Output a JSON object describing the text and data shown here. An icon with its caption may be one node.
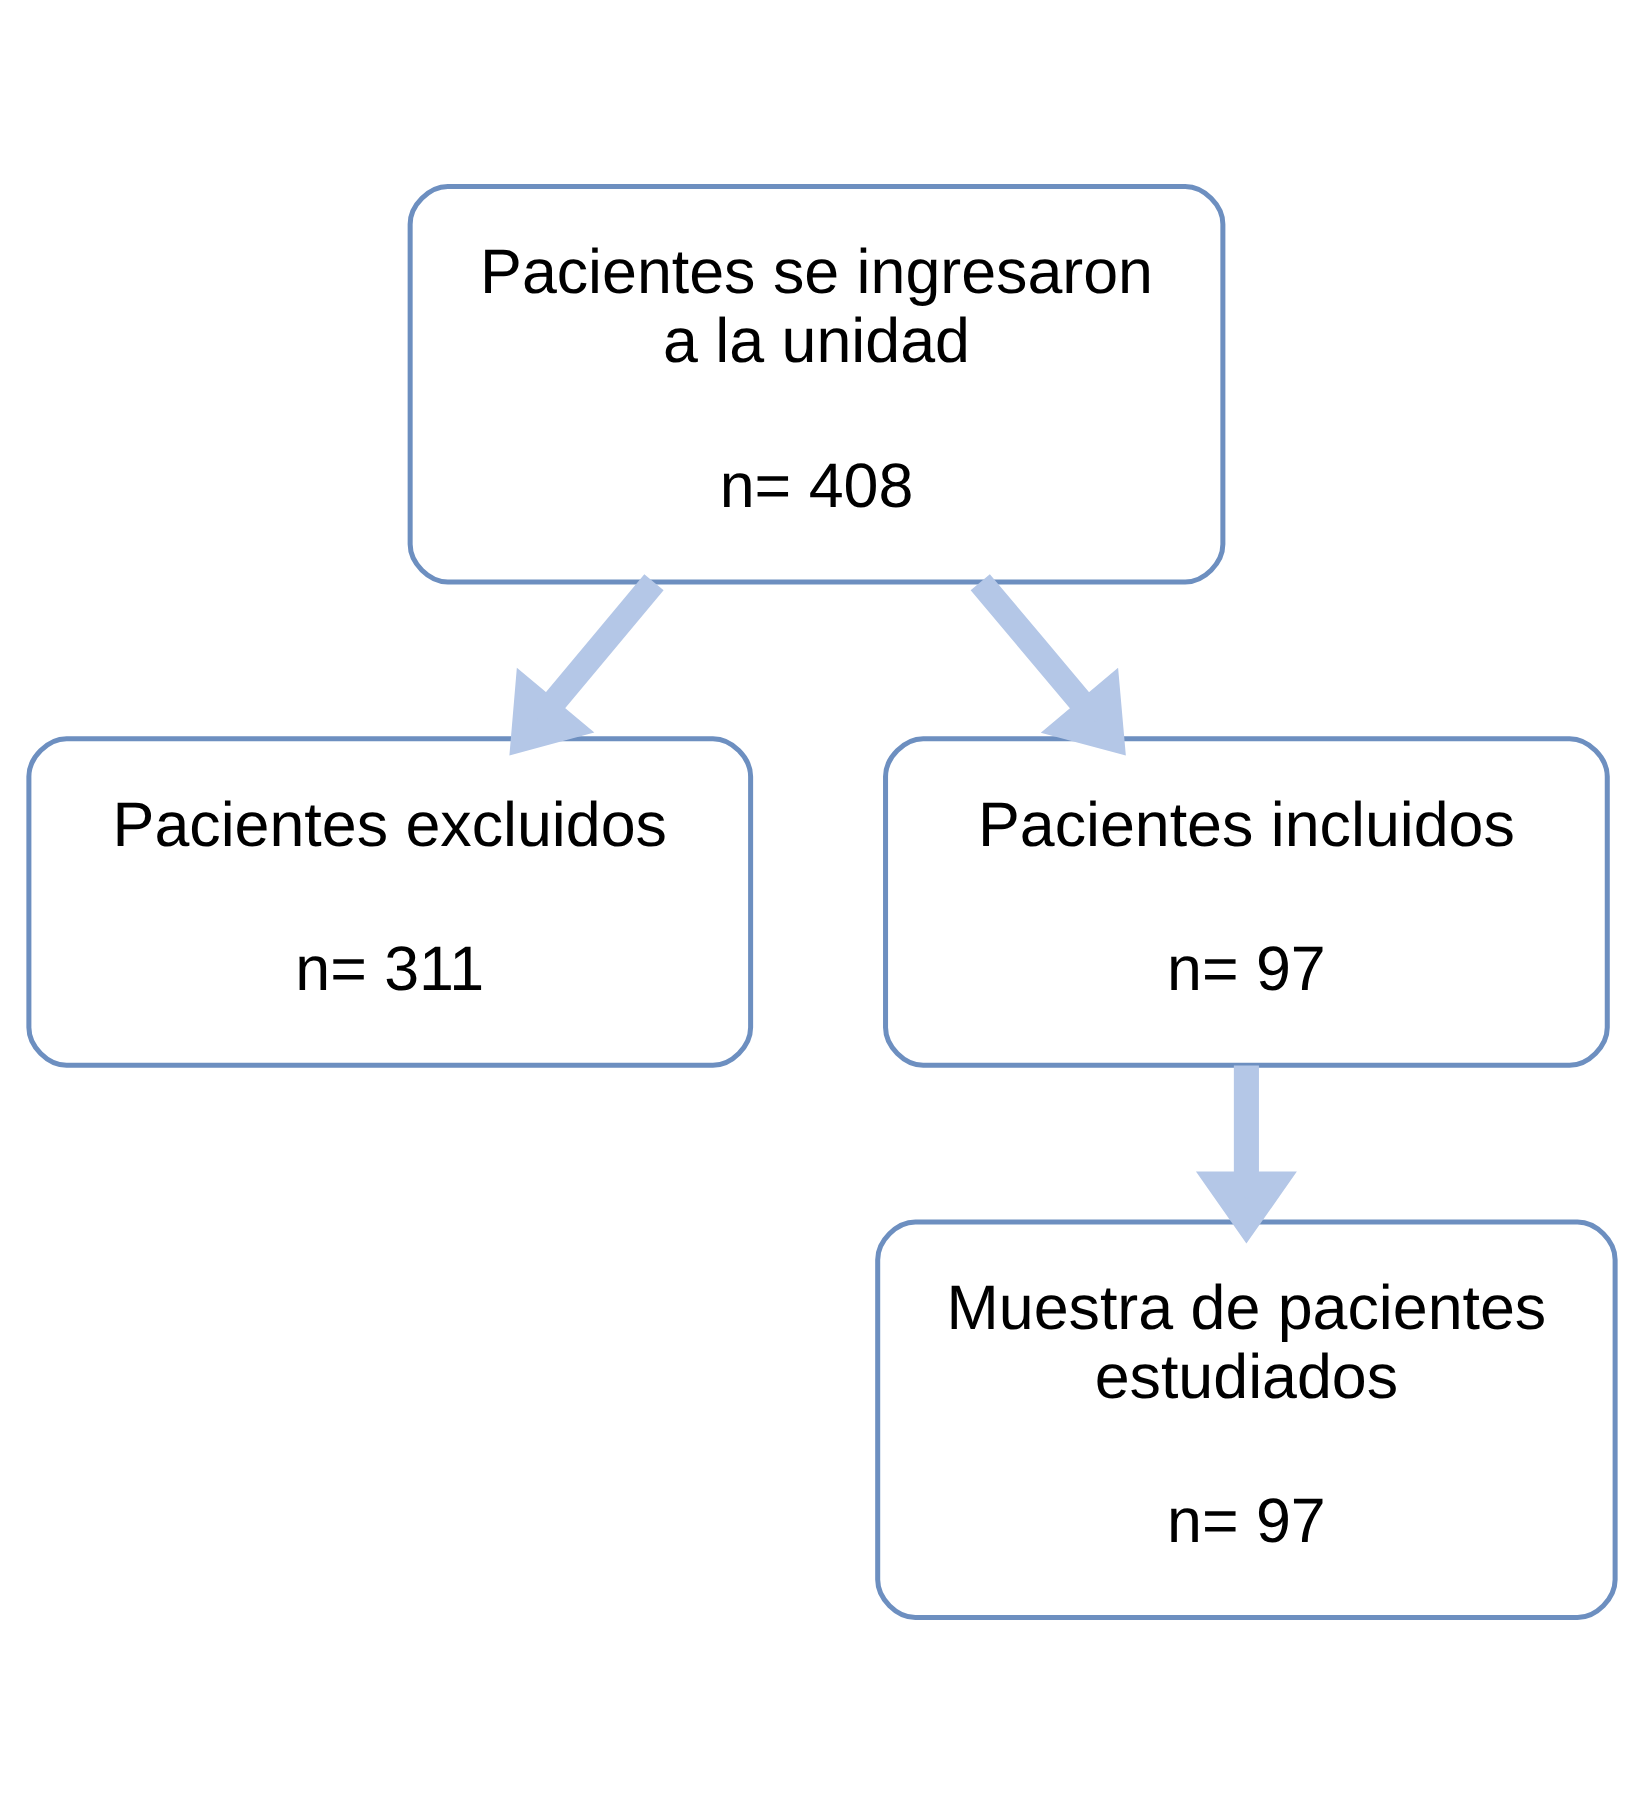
{
  "diagram": {
    "nodes": [
      {
        "text": [
          "Pacientes se ingresaron a la unidad",
          "n= 408"
        ]
      },
      {
        "text": [
          "Pacientes excluidos",
          "n= 311"
        ]
      },
      {
        "text": [
          "Pacientes incluidos",
          "n= 97"
        ]
      },
      {
        "text": [
          "Muestra de pacientes estudiados",
          "n= 97"
        ]
      }
    ],
    "edges": [
      {
        "from": 0,
        "to": 2,
        "arrow": "to"
      },
      {
        "from": 0,
        "to": 1,
        "arrow": "to"
      },
      {
        "from": 2,
        "to": 3,
        "arrow": "to"
      }
    ]
  }
}
